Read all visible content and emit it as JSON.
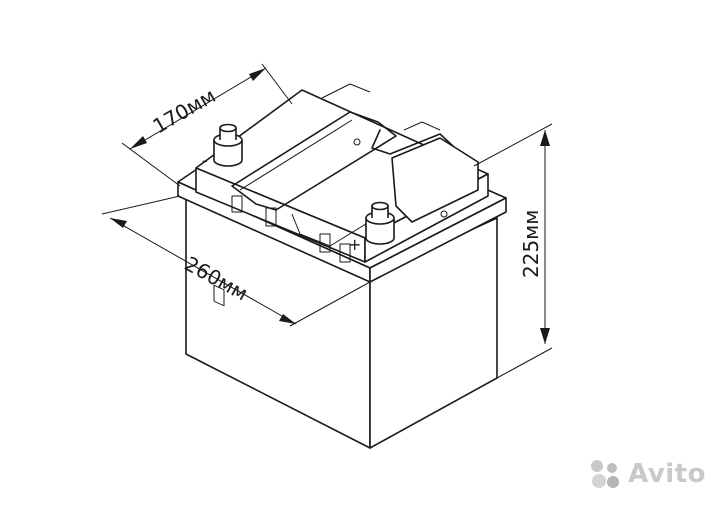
{
  "dimensions": {
    "width_label": "170мм",
    "length_label": "260мм",
    "height_label": "225мм"
  },
  "terminals": {
    "negative_symbol": "-",
    "positive_symbol": "+"
  },
  "watermark": {
    "text": "Avito",
    "colors": [
      "#c9c9c9",
      "#bdbdbd",
      "#d4d4d4",
      "#b5b5b5"
    ]
  },
  "colors": {
    "line": "#1a1a1a",
    "background": "#ffffff"
  }
}
